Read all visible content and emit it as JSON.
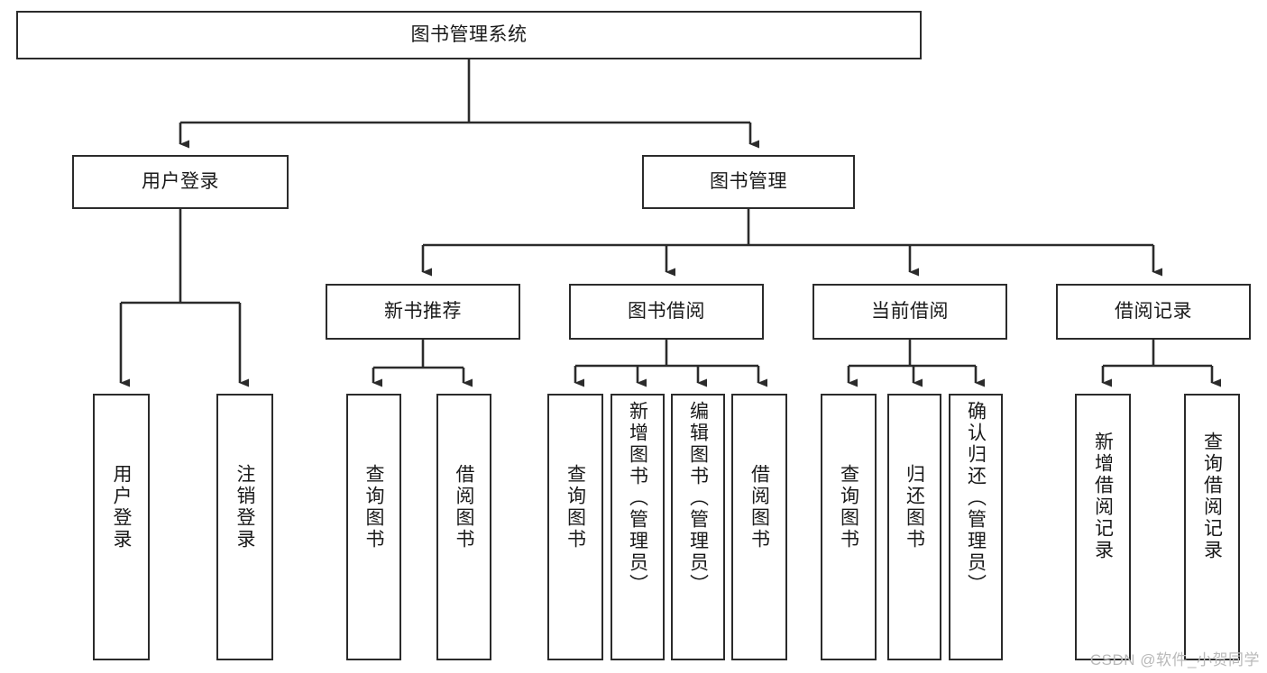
{
  "diagram": {
    "title": "图书管理系统",
    "type": "tree-hierarchy",
    "root": {
      "id": "root",
      "label": "图书管理系统"
    },
    "level1": [
      {
        "id": "user-login",
        "label": "用户登录"
      },
      {
        "id": "book-manage",
        "label": "图书管理"
      }
    ],
    "level2": [
      {
        "id": "new-book-recommend",
        "label": "新书推荐"
      },
      {
        "id": "book-borrow",
        "label": "图书借阅"
      },
      {
        "id": "current-borrow",
        "label": "当前借阅"
      },
      {
        "id": "borrow-record",
        "label": "借阅记录"
      }
    ],
    "leaves": {
      "user_login": [
        {
          "id": "leaf-user-login",
          "label": "用户登录"
        },
        {
          "id": "leaf-logout-login",
          "label": "注销登录"
        }
      ],
      "new_book_recommend": [
        {
          "id": "leaf-query-book-1",
          "label": "查询图书"
        },
        {
          "id": "leaf-borrow-book-1",
          "label": "借阅图书"
        }
      ],
      "book_borrow": [
        {
          "id": "leaf-query-book-2",
          "label": "查询图书"
        },
        {
          "id": "leaf-add-book",
          "label": "新增图书（管理员）"
        },
        {
          "id": "leaf-edit-book",
          "label": "编辑图书（管理员）"
        },
        {
          "id": "leaf-borrow-book-2",
          "label": "借阅图书"
        }
      ],
      "current_borrow": [
        {
          "id": "leaf-query-book-3",
          "label": "查询图书"
        },
        {
          "id": "leaf-return-book",
          "label": "归还图书"
        },
        {
          "id": "leaf-confirm-return",
          "label": "确认归还（管理员）"
        }
      ],
      "borrow_record": [
        {
          "id": "leaf-add-record",
          "label": "新增借阅记录"
        },
        {
          "id": "leaf-query-record",
          "label": "查询借阅记录"
        }
      ]
    }
  },
  "watermark": {
    "text": "CSDN @软件_小贺同学"
  },
  "colors": {
    "stroke": "#2b2b2b",
    "background": "#ffffff",
    "text": "#1a1a1a",
    "watermark": "#b9b9b9"
  }
}
